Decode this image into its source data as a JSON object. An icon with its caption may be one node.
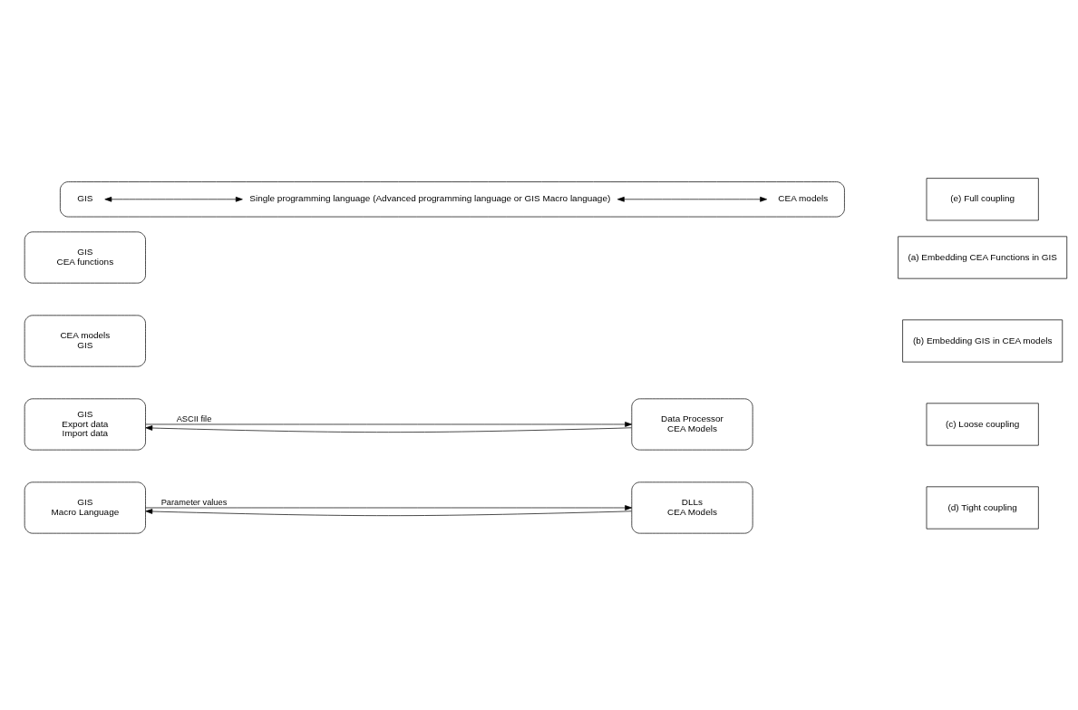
{
  "diagram": {
    "nodes": [
      {
        "text": [
          "GIS",
          "CEA functions"
        ]
      },
      {
        "text": [
          "(a) Embedding CEA Functions in GIS"
        ]
      },
      {
        "text": [
          "CEA models",
          "GIS"
        ]
      },
      {
        "text": [
          "(b) Embedding GIS in CEA models"
        ]
      },
      {
        "text": [
          "GIS",
          "Export data",
          "Import data"
        ]
      },
      {
        "text": [
          "Data Processor",
          "CEA Models"
        ]
      },
      {
        "text": [
          "(c) Loose coupling"
        ]
      },
      {
        "text": [
          "GIS",
          "Macro Language"
        ]
      },
      {
        "text": [
          "DLLs",
          "CEA Models"
        ]
      },
      {
        "text": [
          "(d) Tight coupling"
        ]
      },
      {
        "text": [],
        "shape": "box"
      },
      {
        "text": [
          "GIS"
        ],
        "in": 10
      },
      {
        "text": [
          "Single programming language (Advanced programming language or GIS Macro language)"
        ],
        "in": 10
      },
      {
        "text": [
          "CEA models"
        ],
        "in": 10
      },
      {
        "text": [
          "(e) Full coupling"
        ]
      }
    ],
    "edges": [
      {
        "from": 4,
        "to": 5,
        "arrow": "to",
        "label": "ASCII file"
      },
      {
        "from": 5,
        "to": 4,
        "arrow": "to"
      },
      {
        "from": 7,
        "to": 8,
        "arrow": "to",
        "label": "Parameter values"
      },
      {
        "from": 8,
        "to": 7,
        "arrow": "to"
      },
      {
        "from": 11,
        "to": 12,
        "arrow": "both"
      },
      {
        "from": 12,
        "to": 13,
        "arrow": "both"
      }
    ]
  }
}
